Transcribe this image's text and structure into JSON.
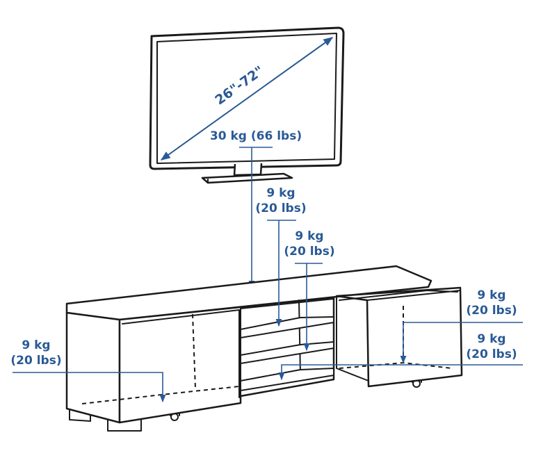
{
  "tv": {
    "screen_size": "26\"-72\"",
    "max_load": "30 kg (66 lbs)"
  },
  "loads": {
    "shelf_top_kg": "9 kg",
    "shelf_top_lbs": "(20 lbs)",
    "shelf_mid_kg": "9 kg",
    "shelf_mid_lbs": "(20 lbs)",
    "left_cabinet_kg": "9 kg",
    "left_cabinet_lbs": "(20 lbs)",
    "drawer_upper_kg": "9 kg",
    "drawer_upper_lbs": "(20 lbs)",
    "drawer_lower_kg": "9 kg",
    "drawer_lower_lbs": "(20 lbs)"
  },
  "colors": {
    "accent": "#2a5a96",
    "ink": "#1a1a1a"
  }
}
